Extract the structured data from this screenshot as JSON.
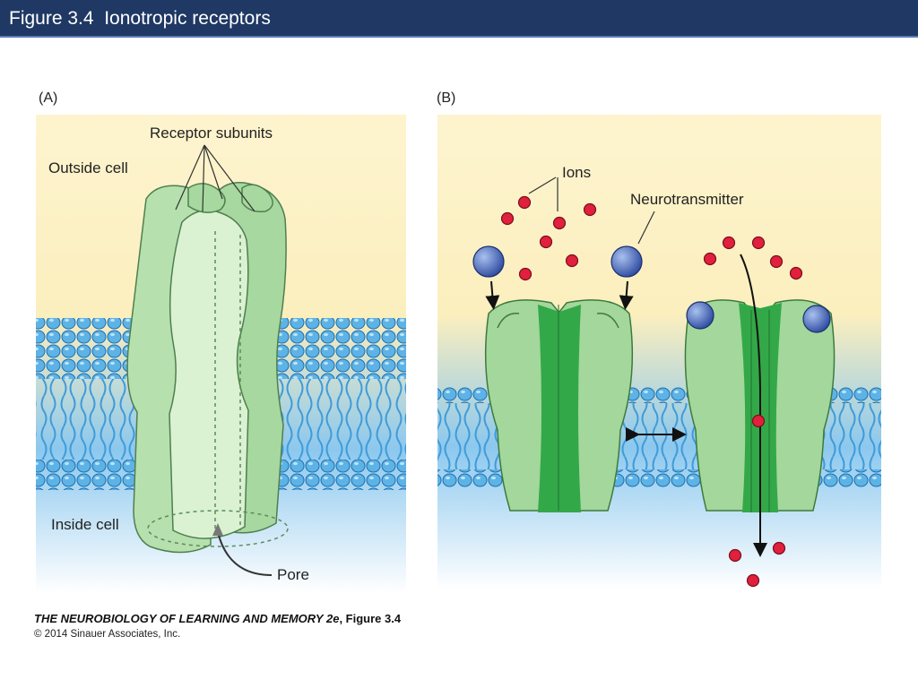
{
  "header": {
    "title": "Figure 3.4  Ionotropic receptors"
  },
  "panel_a": {
    "label": "(A)",
    "outside_label": "Outside cell",
    "subunits_label": "Receptor subunits",
    "inside_label": "Inside cell",
    "pore_label": "Pore"
  },
  "panel_b": {
    "label": "(B)",
    "ions_label": "Ions",
    "neurotransmitter_label": "Neurotransmitter"
  },
  "credit": {
    "book": "THE NEUROBIOLOGY OF LEARNING AND MEMORY 2e",
    "figure": ", Figure 3.4",
    "copyright": "© 2014 Sinauer Associates, Inc."
  },
  "colors": {
    "title_bar": "#1f3864",
    "outside_fill": "#fdf3c8",
    "membrane": "#6ab4e4",
    "receptor": "#9fd39a",
    "receptor_dark": "#2f9e43",
    "ion": "#e0203c",
    "neurotransmitter": "#3a59b0"
  }
}
